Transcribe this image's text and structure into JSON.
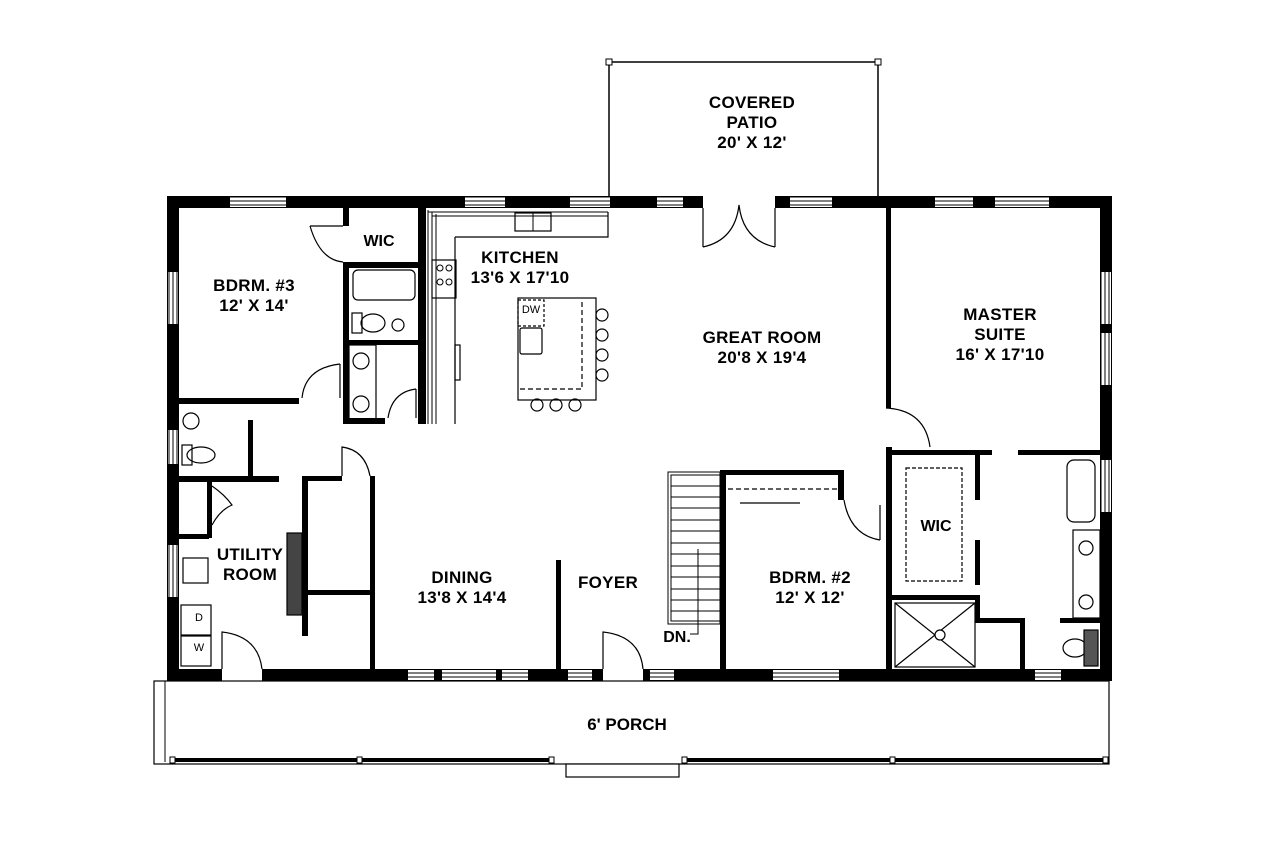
{
  "plan": {
    "type": "floor-plan",
    "colors": {
      "wall": "#000000",
      "background": "#ffffff",
      "window": "#000000",
      "fixture": "#000000"
    }
  },
  "rooms": {
    "covered_patio": {
      "name_line1": "COVERED",
      "name_line2": "PATIO",
      "dimensions": "20' X 12'"
    },
    "bedroom3": {
      "name": "BDRM. #3",
      "dimensions": "12' X 14'"
    },
    "wic_bedroom3": {
      "name": "WIC"
    },
    "kitchen": {
      "name": "KITCHEN",
      "dimensions": "13'6 X 17'10"
    },
    "great_room": {
      "name": "GREAT ROOM",
      "dimensions": "20'8 X 19'4"
    },
    "master_suite": {
      "name_line1": "MASTER",
      "name_line2": "SUITE",
      "dimensions": "16' X 17'10"
    },
    "utility_room": {
      "name_line1": "UTILITY",
      "name_line2": "ROOM"
    },
    "dining": {
      "name": "DINING",
      "dimensions": "13'8 X 14'4"
    },
    "foyer": {
      "name": "FOYER"
    },
    "stairs": {
      "label": "DN."
    },
    "bedroom2": {
      "name": "BDRM. #2",
      "dimensions": "12' X 12'"
    },
    "wic_master": {
      "name": "WIC"
    },
    "porch": {
      "name": "6' PORCH"
    }
  },
  "fixtures": {
    "dishwasher": "DW",
    "washer": "W",
    "dryer": "D"
  }
}
